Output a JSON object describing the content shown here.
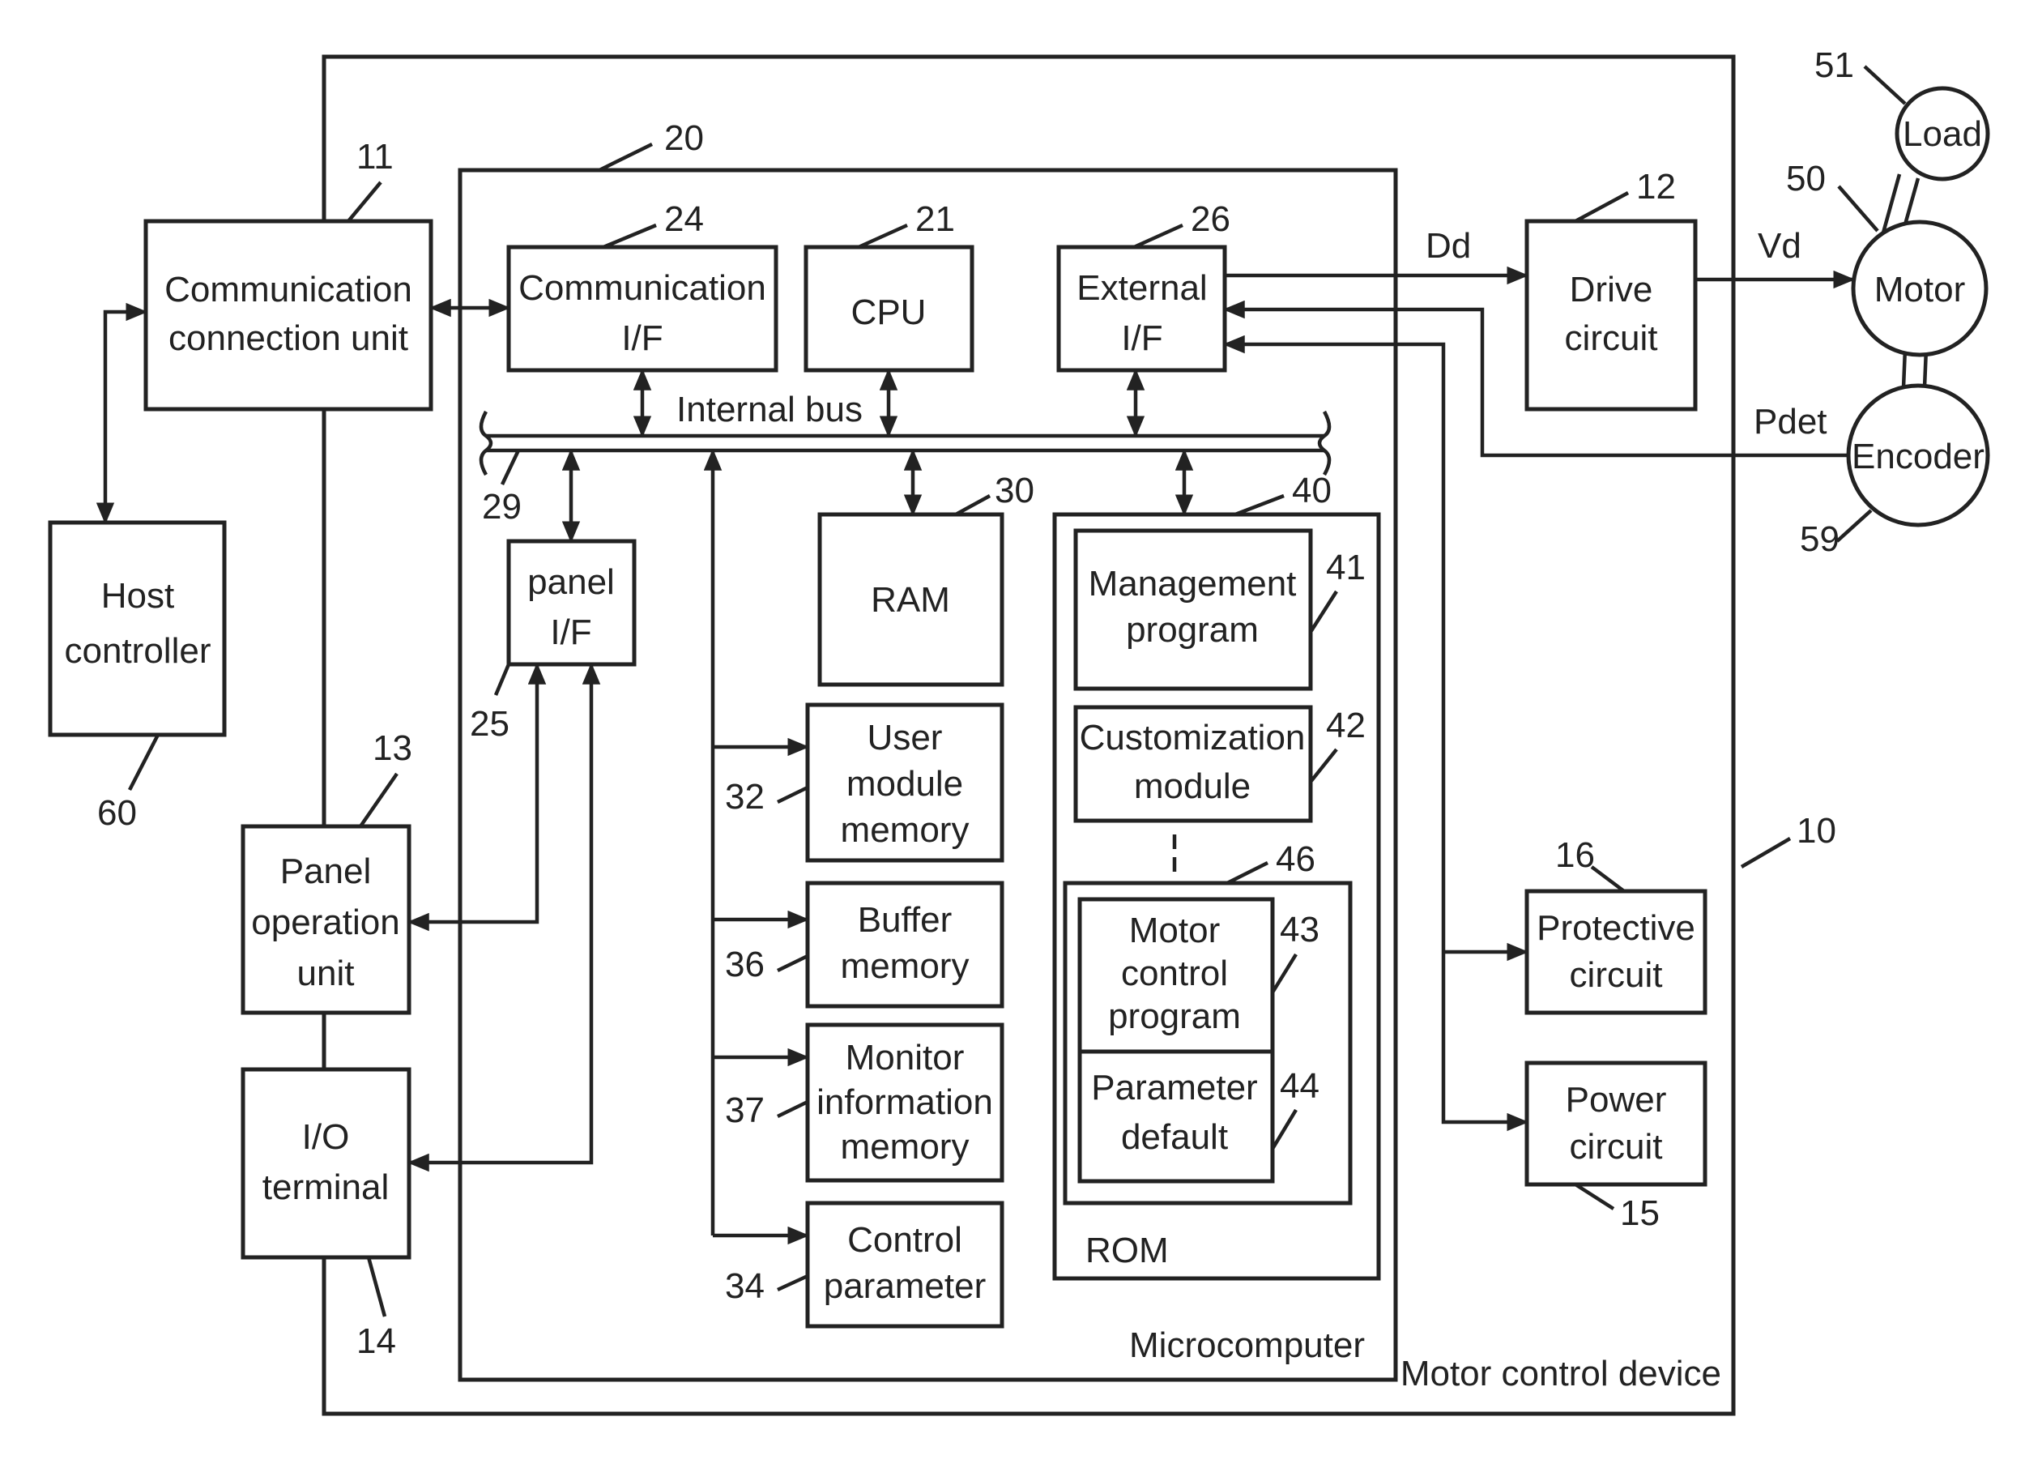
{
  "frames": {
    "motor_control_device": {
      "label": "Motor control device",
      "ref": "10"
    },
    "microcomputer": {
      "label": "Microcomputer",
      "ref": "20"
    },
    "rom": {
      "label": "ROM",
      "ref": "40"
    },
    "rom_group": {
      "ref": "46"
    }
  },
  "blocks": {
    "communication_connection_unit": {
      "lines": [
        "Communication",
        "connection unit"
      ],
      "ref": "11"
    },
    "host_controller": {
      "lines": [
        "Host",
        "controller"
      ],
      "ref": "60"
    },
    "panel_operation_unit": {
      "lines": [
        "Panel",
        "operation",
        "unit"
      ],
      "ref": "13"
    },
    "io_terminal": {
      "lines": [
        "I/O",
        "terminal"
      ],
      "ref": "14"
    },
    "communication_if": {
      "lines": [
        "Communication",
        "I/F"
      ],
      "ref": "24"
    },
    "cpu": {
      "lines": [
        "CPU"
      ],
      "ref": "21"
    },
    "external_if": {
      "lines": [
        "External",
        "I/F"
      ],
      "ref": "26"
    },
    "panel_if": {
      "lines": [
        "panel",
        "I/F"
      ],
      "ref": "25"
    },
    "ram": {
      "lines": [
        "RAM"
      ],
      "ref": "30"
    },
    "user_module_memory": {
      "lines": [
        "User",
        "module",
        "memory"
      ],
      "ref": "32"
    },
    "buffer_memory": {
      "lines": [
        "Buffer",
        "memory"
      ],
      "ref": "36"
    },
    "monitor_information_memory": {
      "lines": [
        "Monitor",
        "information",
        "memory"
      ],
      "ref": "37"
    },
    "control_parameter": {
      "lines": [
        "Control",
        "parameter"
      ],
      "ref": "34"
    },
    "management_program": {
      "lines": [
        "Management",
        "program"
      ],
      "ref": "41"
    },
    "customization_module": {
      "lines": [
        "Customization",
        "module"
      ],
      "ref": "42"
    },
    "motor_control_program": {
      "lines": [
        "Motor",
        "control",
        "program"
      ],
      "ref": "43"
    },
    "parameter_default": {
      "lines": [
        "Parameter",
        "default"
      ],
      "ref": "44"
    },
    "drive_circuit": {
      "lines": [
        "Drive",
        "circuit"
      ],
      "ref": "12"
    },
    "protective_circuit": {
      "lines": [
        "Protective",
        "circuit"
      ],
      "ref": "16"
    },
    "power_circuit": {
      "lines": [
        "Power",
        "circuit"
      ],
      "ref": "15"
    },
    "motor": {
      "lines": [
        "Motor"
      ],
      "ref": "50"
    },
    "load": {
      "lines": [
        "Load"
      ],
      "ref": "51"
    },
    "encoder": {
      "lines": [
        "Encoder"
      ],
      "ref": "59"
    }
  },
  "bus": {
    "label": "Internal bus",
    "ref": "29"
  },
  "signals": {
    "dd": "Dd",
    "vd": "Vd",
    "pdet": "Pdet"
  },
  "colors": {
    "ink": "#222222",
    "background": "#ffffff"
  }
}
